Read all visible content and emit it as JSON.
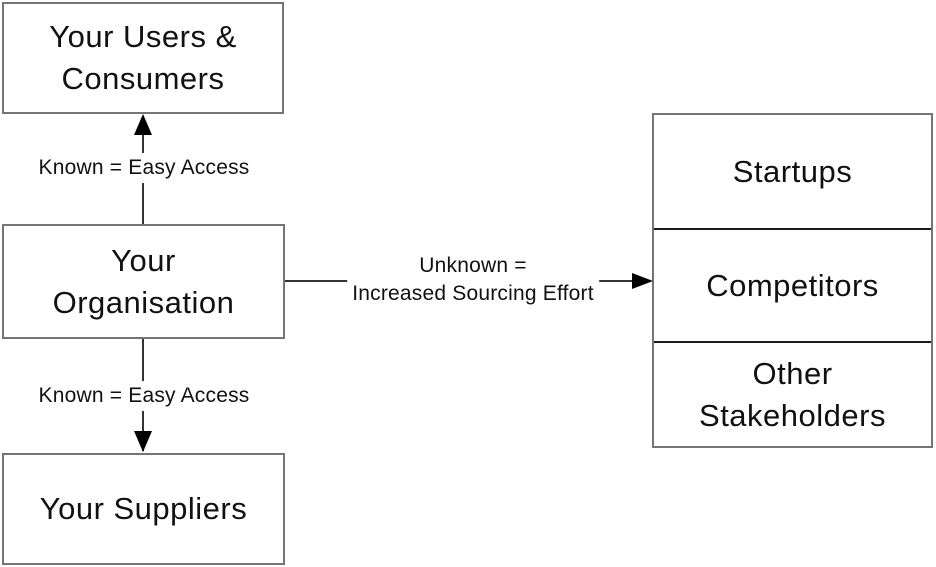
{
  "diagram": {
    "boxes": {
      "users": {
        "lines": [
          "Your Users &",
          "Consumers"
        ]
      },
      "organisation": {
        "lines": [
          "Your",
          "Organisation"
        ]
      },
      "suppliers": {
        "lines": [
          "Your Suppliers"
        ]
      },
      "external_rows": [
        {
          "lines": [
            "Startups"
          ]
        },
        {
          "lines": [
            "Competitors"
          ]
        },
        {
          "lines": [
            "Other",
            "Stakeholders"
          ]
        }
      ]
    },
    "connectors": {
      "org_to_users": {
        "label": "Known = Easy Access",
        "direction": "up"
      },
      "org_to_suppliers": {
        "label": "Known = Easy Access",
        "direction": "down"
      },
      "org_to_external": {
        "lines": [
          "Unknown =",
          "Increased Sourcing Effort"
        ],
        "direction": "right"
      }
    },
    "colors": {
      "background": "#ffffff",
      "box_border": "#757575",
      "divider": "#1a1a1a",
      "connector_line": "#333333",
      "arrowhead": "#000000",
      "text": "#111111"
    }
  }
}
